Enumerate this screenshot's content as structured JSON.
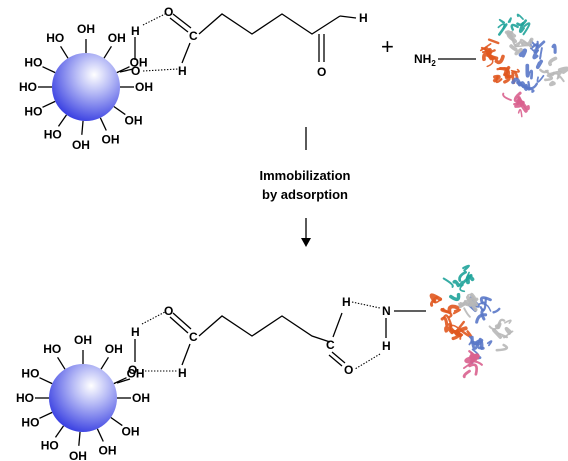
{
  "caption": {
    "line1": "Immobilization",
    "line2": "by adsorption"
  },
  "labels": {
    "hydroxyl": "OH",
    "hydroxyl_left": "HO",
    "oxygen": "O",
    "hydrogen": "H",
    "nitrogen": "N",
    "amine": "NH",
    "amine_subscript": "2",
    "carbon": "C",
    "plus": "+"
  },
  "colors": {
    "bead": "#2f36e0",
    "bead_highlight": "#ffffff",
    "protein_orange": "#e0581f",
    "protein_blue": "#5a78c8",
    "protein_teal": "#1fa39a",
    "protein_pink": "#d9608e",
    "protein_gray": "#b8b8b8"
  }
}
